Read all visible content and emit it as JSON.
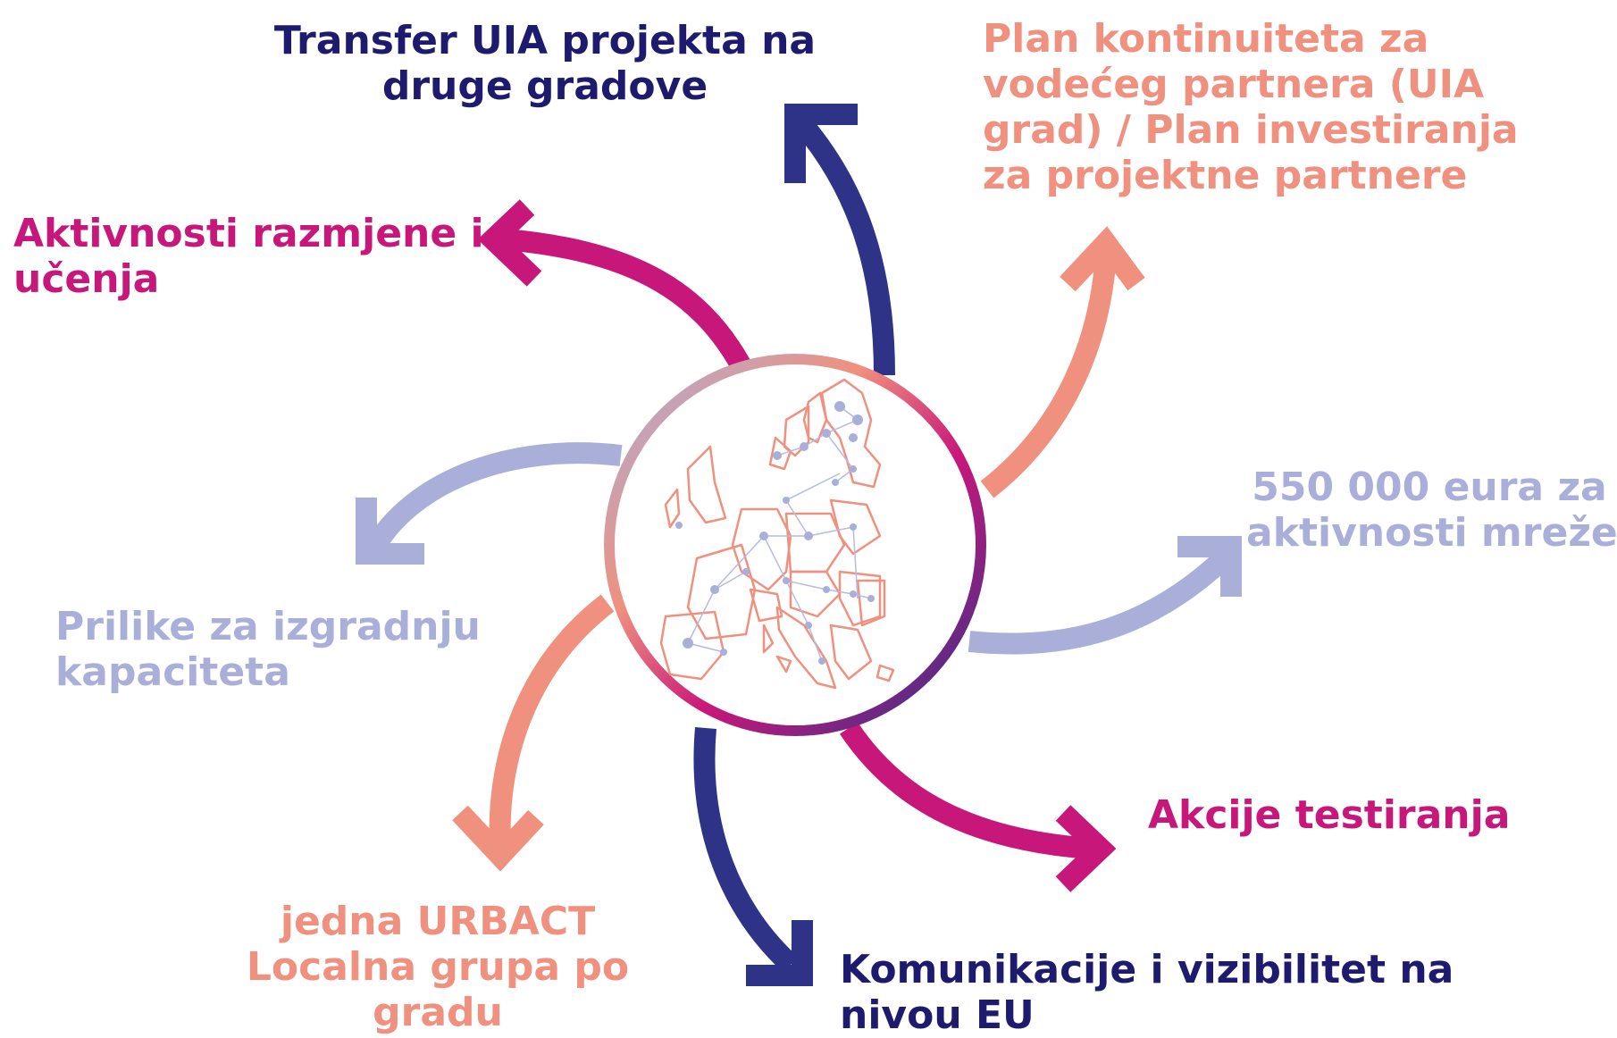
{
  "colors": {
    "navy": "#2e3388",
    "magenta": "#c8177a",
    "salmon": "#f0907e",
    "lavender": "#a9afd9",
    "dark_navy": "#1e1a6e"
  },
  "labels": {
    "transfer": [
      "Transfer UIA projekta na",
      "druge gradove"
    ],
    "plan": [
      "Plan kontinuiteta za",
      "vodećeg partnera (UIA",
      "grad) / Plan investiranja",
      "za projektne partnere"
    ],
    "aktivnosti": [
      "Aktivnosti razmjene i",
      "učenja"
    ],
    "budget": [
      "550 000 eura za",
      "aktivnosti mreže"
    ],
    "prilike": [
      "Prilike za izgradnju",
      "kapaciteta"
    ],
    "akcije": [
      "Akcije testiranja"
    ],
    "jedna": [
      "jedna URBACT",
      "Localna grupa po",
      "gradu"
    ],
    "komunikacije": [
      "Komunikacije i vizibilitet na",
      "nivou EU"
    ]
  },
  "center_image": "europe-map-network-icon"
}
